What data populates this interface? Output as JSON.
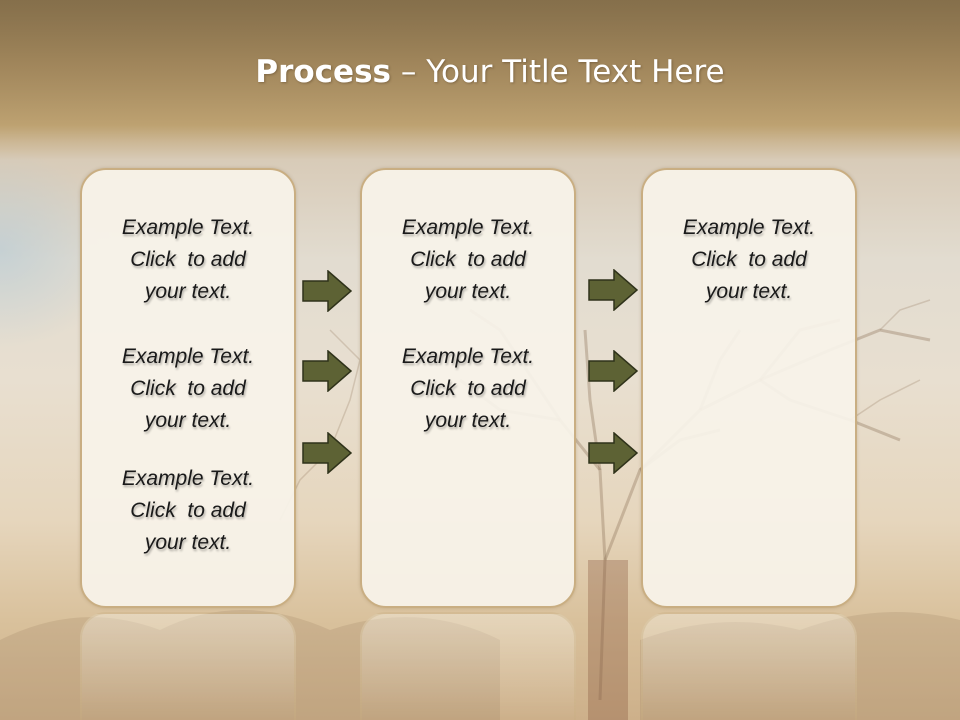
{
  "slide": {
    "title_bold": "Process",
    "title_rest": " – Your Title Text Here"
  },
  "columns": [
    {
      "blocks": [
        {
          "line1": "Example Text.",
          "line2": "Click  to add",
          "line3": "your text."
        },
        {
          "line1": "Example Text.",
          "line2": "Click  to add",
          "line3": "your text."
        },
        {
          "line1": "Example Text.",
          "line2": "Click  to add",
          "line3": "your text."
        }
      ]
    },
    {
      "blocks": [
        {
          "line1": "Example Text.",
          "line2": "Click  to add",
          "line3": "your text."
        },
        {
          "line1": "Example Text.",
          "line2": "Click  to add",
          "line3": "your text."
        }
      ]
    },
    {
      "blocks": [
        {
          "line1": "Example Text.",
          "line2": "Click  to add",
          "line3": "your text."
        }
      ]
    }
  ],
  "colors": {
    "arrow_fill": "#5d6234",
    "arrow_stroke": "#2f321a",
    "box_border": "#c9ae82",
    "box_fill": "#f7f3e9"
  },
  "icons": {
    "arrow": "right-arrow-icon",
    "background": "baobab-tree-silhouette"
  }
}
